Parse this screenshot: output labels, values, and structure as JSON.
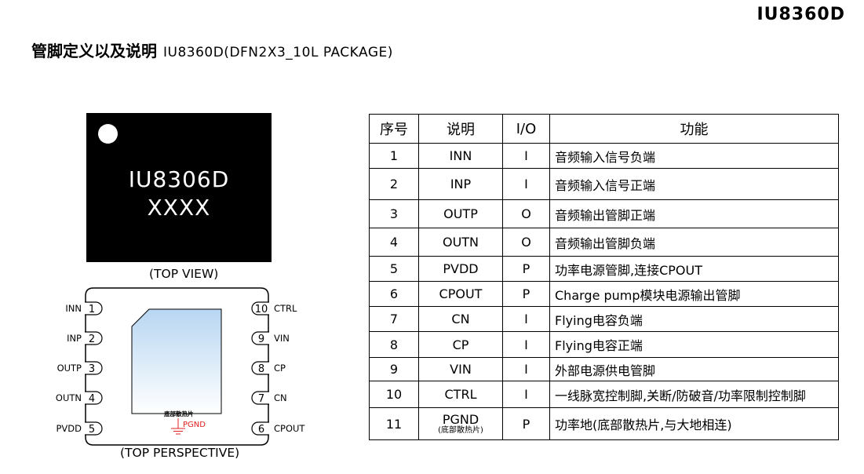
{
  "header": {
    "part_number": "IU8360D",
    "title_cn": "管脚定义以及说明",
    "title_en": "IU8360D(DFN2X3_10L PACKAGE)"
  },
  "top_view": {
    "marking_line1": "IU8306D",
    "marking_line2": "XXXX",
    "caption": "(TOP VIEW)"
  },
  "top_perspective": {
    "caption": "(TOP PERSPECTIVE)",
    "pad_label": "底部散热片",
    "ground_label": "PGND",
    "ground_color": "#e02020",
    "pad_color_top": "#b8d6f2",
    "pins_left": [
      {
        "num": "1",
        "name": "INN"
      },
      {
        "num": "2",
        "name": "INP"
      },
      {
        "num": "3",
        "name": "OUTP"
      },
      {
        "num": "4",
        "name": "OUTN"
      },
      {
        "num": "5",
        "name": "PVDD"
      }
    ],
    "pins_right": [
      {
        "num": "10",
        "name": "CTRL"
      },
      {
        "num": "9",
        "name": "VIN"
      },
      {
        "num": "8",
        "name": "CP"
      },
      {
        "num": "7",
        "name": "CN"
      },
      {
        "num": "6",
        "name": "CPOUT"
      }
    ]
  },
  "table": {
    "headers": [
      "序号",
      "说明",
      "I/O",
      "功能"
    ],
    "rows": [
      {
        "no": "1",
        "name": "INN",
        "io": "I",
        "func": "音频输入信号负端"
      },
      {
        "no": "2",
        "name": "INP",
        "io": "I",
        "func": "音频输入信号正端"
      },
      {
        "no": "3",
        "name": "OUTP",
        "io": "O",
        "func": "音频输出管脚正端"
      },
      {
        "no": "4",
        "name": "OUTN",
        "io": "O",
        "func": "音频输出管脚负端"
      },
      {
        "no": "5",
        "name": "PVDD",
        "io": "P",
        "func": "功率电源管脚,连接CPOUT"
      },
      {
        "no": "6",
        "name": "CPOUT",
        "io": "P",
        "func": "Charge pump模块电源输出管脚"
      },
      {
        "no": "7",
        "name": "CN",
        "io": "I",
        "func": "Flying电容负端"
      },
      {
        "no": "8",
        "name": "CP",
        "io": "I",
        "func": "Flying电容正端"
      },
      {
        "no": "9",
        "name": "VIN",
        "io": "I",
        "func": "外部电源供电管脚"
      },
      {
        "no": "10",
        "name": "CTRL",
        "io": "I",
        "func": "一线脉宽控制脚,关断/防破音/功率限制控制脚"
      },
      {
        "no": "11",
        "name": "PGND",
        "name_sub": "(底部散热片)",
        "io": "P",
        "func": "功率地(底部散热片,与大地相连)"
      }
    ]
  }
}
